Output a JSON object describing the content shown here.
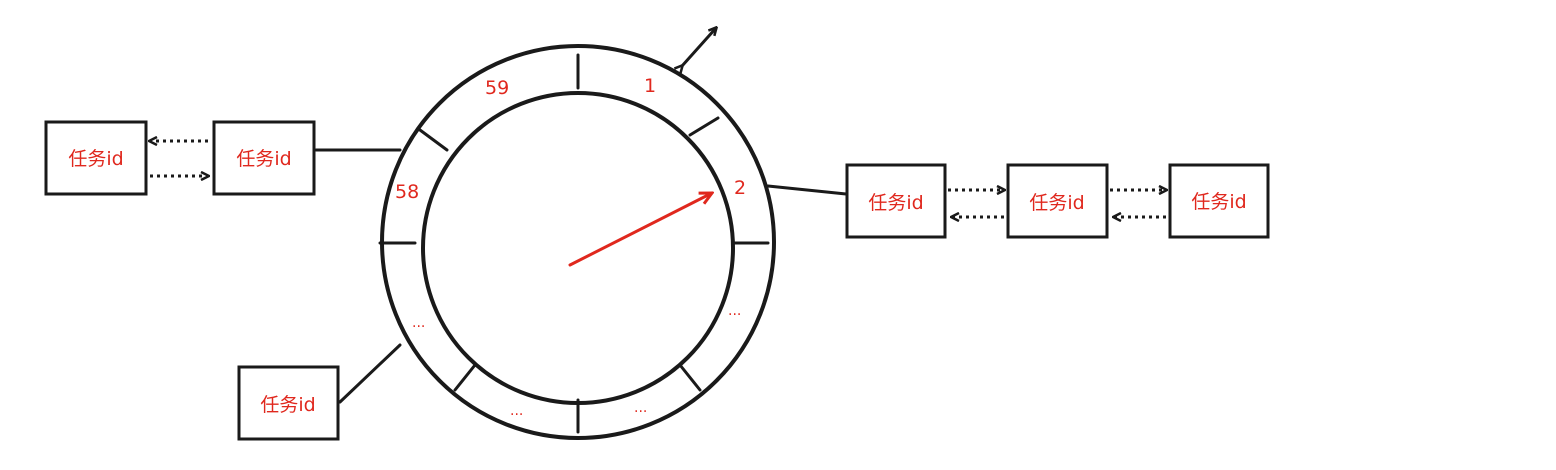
{
  "slots": {
    "slot_59": "59",
    "slot_1": "1",
    "slot_2": "2",
    "slot_58": "58",
    "slot_ellipsis_right": "...",
    "slot_ellipsis_bottom_right": "...",
    "slot_ellipsis_bottom_left": "...",
    "slot_ellipsis_left": "..."
  },
  "task_boxes": {
    "left_chain": [
      "任务id",
      "任务id"
    ],
    "right_chain": [
      "任务id",
      "任务id",
      "任务id"
    ],
    "bottom_left": "任务id"
  },
  "colors": {
    "accent": "#e0281e",
    "ink": "#1a1a1a"
  }
}
